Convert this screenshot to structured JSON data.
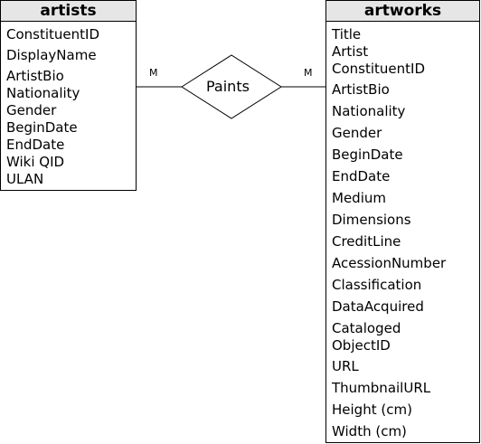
{
  "artists": {
    "title": "artists",
    "attributes": [
      "ConstituentID",
      "DisplayName",
      "ArtistBio",
      "Nationality",
      "Gender",
      "BeginDate",
      "EndDate",
      "Wiki QID",
      "ULAN"
    ]
  },
  "artworks": {
    "title": "artworks",
    "attributes": [
      "Title",
      "Artist",
      "ConstituentID",
      "ArtistBio",
      "Nationality",
      "Gender",
      "BeginDate",
      "EndDate",
      "Medium",
      "Dimensions",
      "CreditLine",
      "AcessionNumber",
      "Classification",
      "DataAcquired",
      "Cataloged",
      "ObjectID",
      "URL",
      "ThumbnailURL",
      "Height (cm)",
      "Width (cm)"
    ]
  },
  "relationship": {
    "label": "Paints",
    "left_cardinality": "M",
    "right_cardinality": "M"
  }
}
